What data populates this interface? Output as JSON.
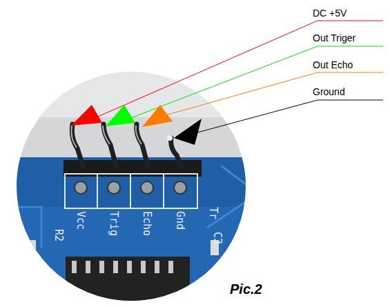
{
  "diagram": {
    "caption": "Pic.2",
    "labels": [
      "DC +5V",
      "Out Triger",
      "Out Echo",
      "Ground",
      "Vcc",
      "Trig",
      "Echo",
      "Gnd",
      "Tr",
      "R2",
      "C3"
    ]
  }
}
